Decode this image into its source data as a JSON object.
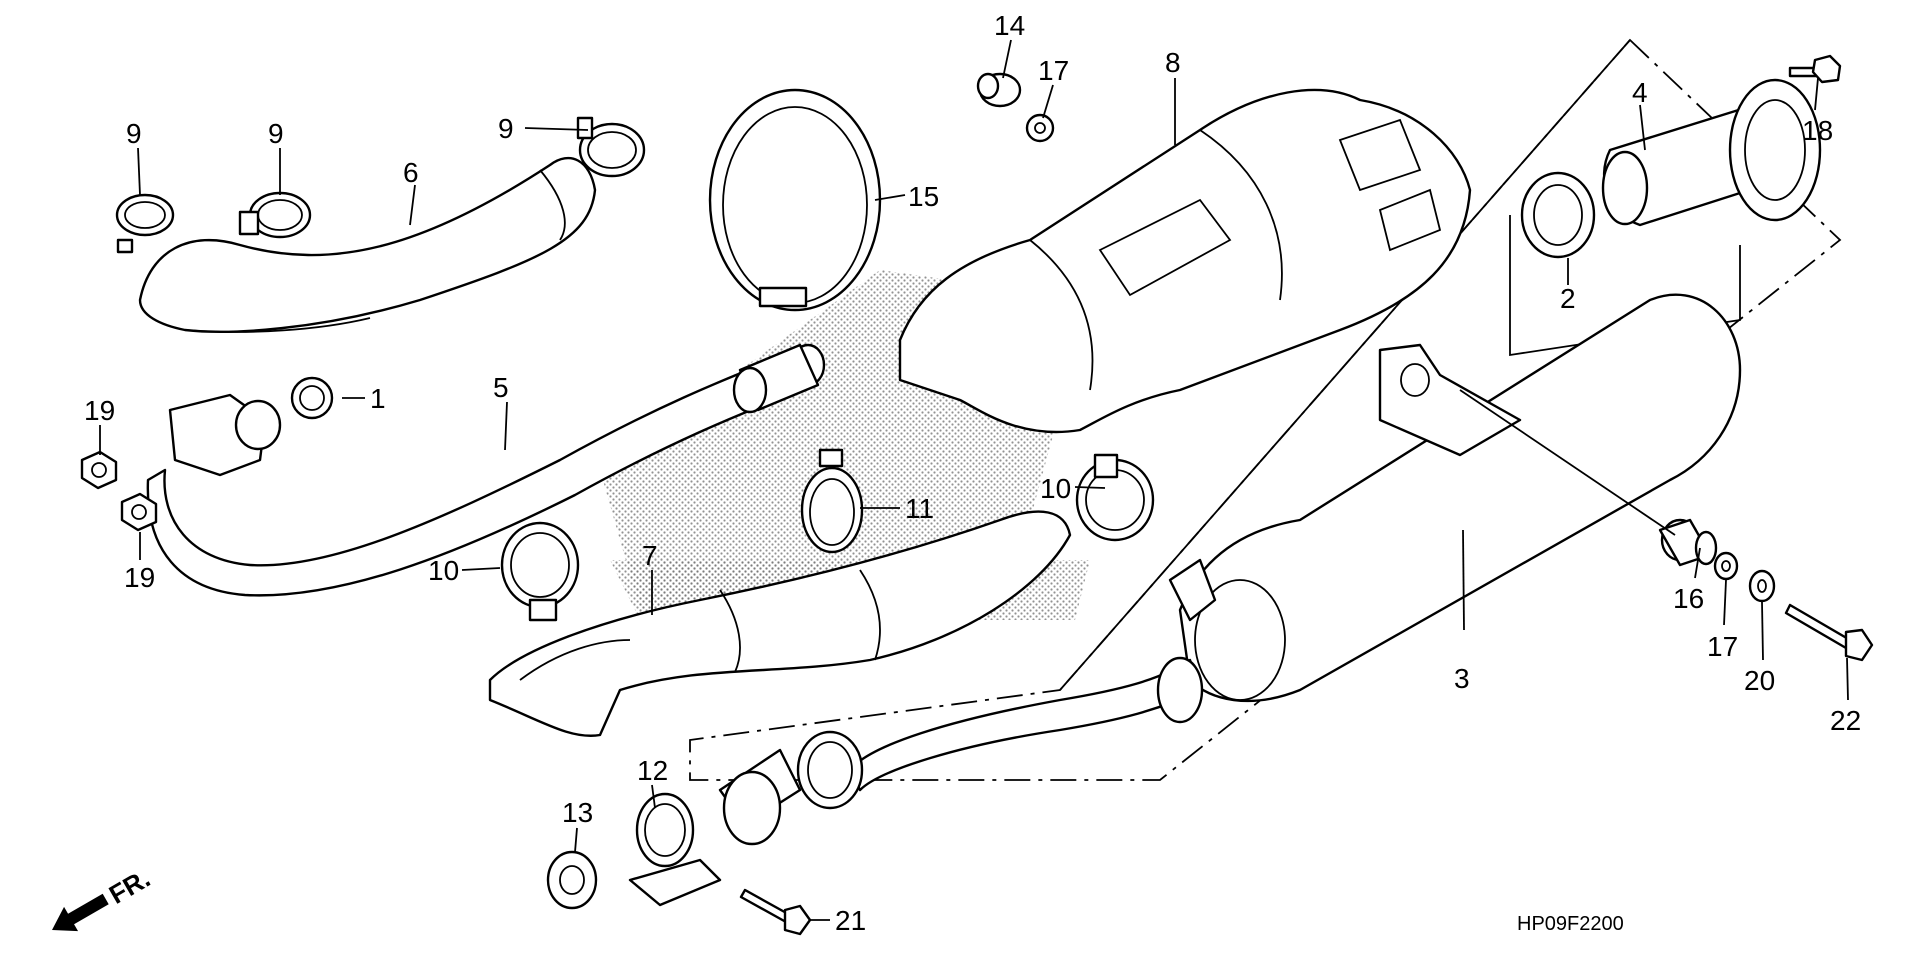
{
  "drawing_code": "HP09F2200",
  "front_marker": "FR.",
  "callouts": {
    "c1": "1",
    "c2": "2",
    "c3": "3",
    "c4": "4",
    "c5": "5",
    "c6": "6",
    "c7": "7",
    "c8": "8",
    "c9a": "9",
    "c9b": "9",
    "c9c": "9",
    "c10a": "10",
    "c10b": "10",
    "c11": "11",
    "c12": "12",
    "c13": "13",
    "c14": "14",
    "c15": "15",
    "c16": "16",
    "c17a": "17",
    "c17b": "17",
    "c18": "18",
    "c19a": "19",
    "c19b": "19",
    "c20": "20",
    "c21": "21",
    "c22": "22"
  }
}
